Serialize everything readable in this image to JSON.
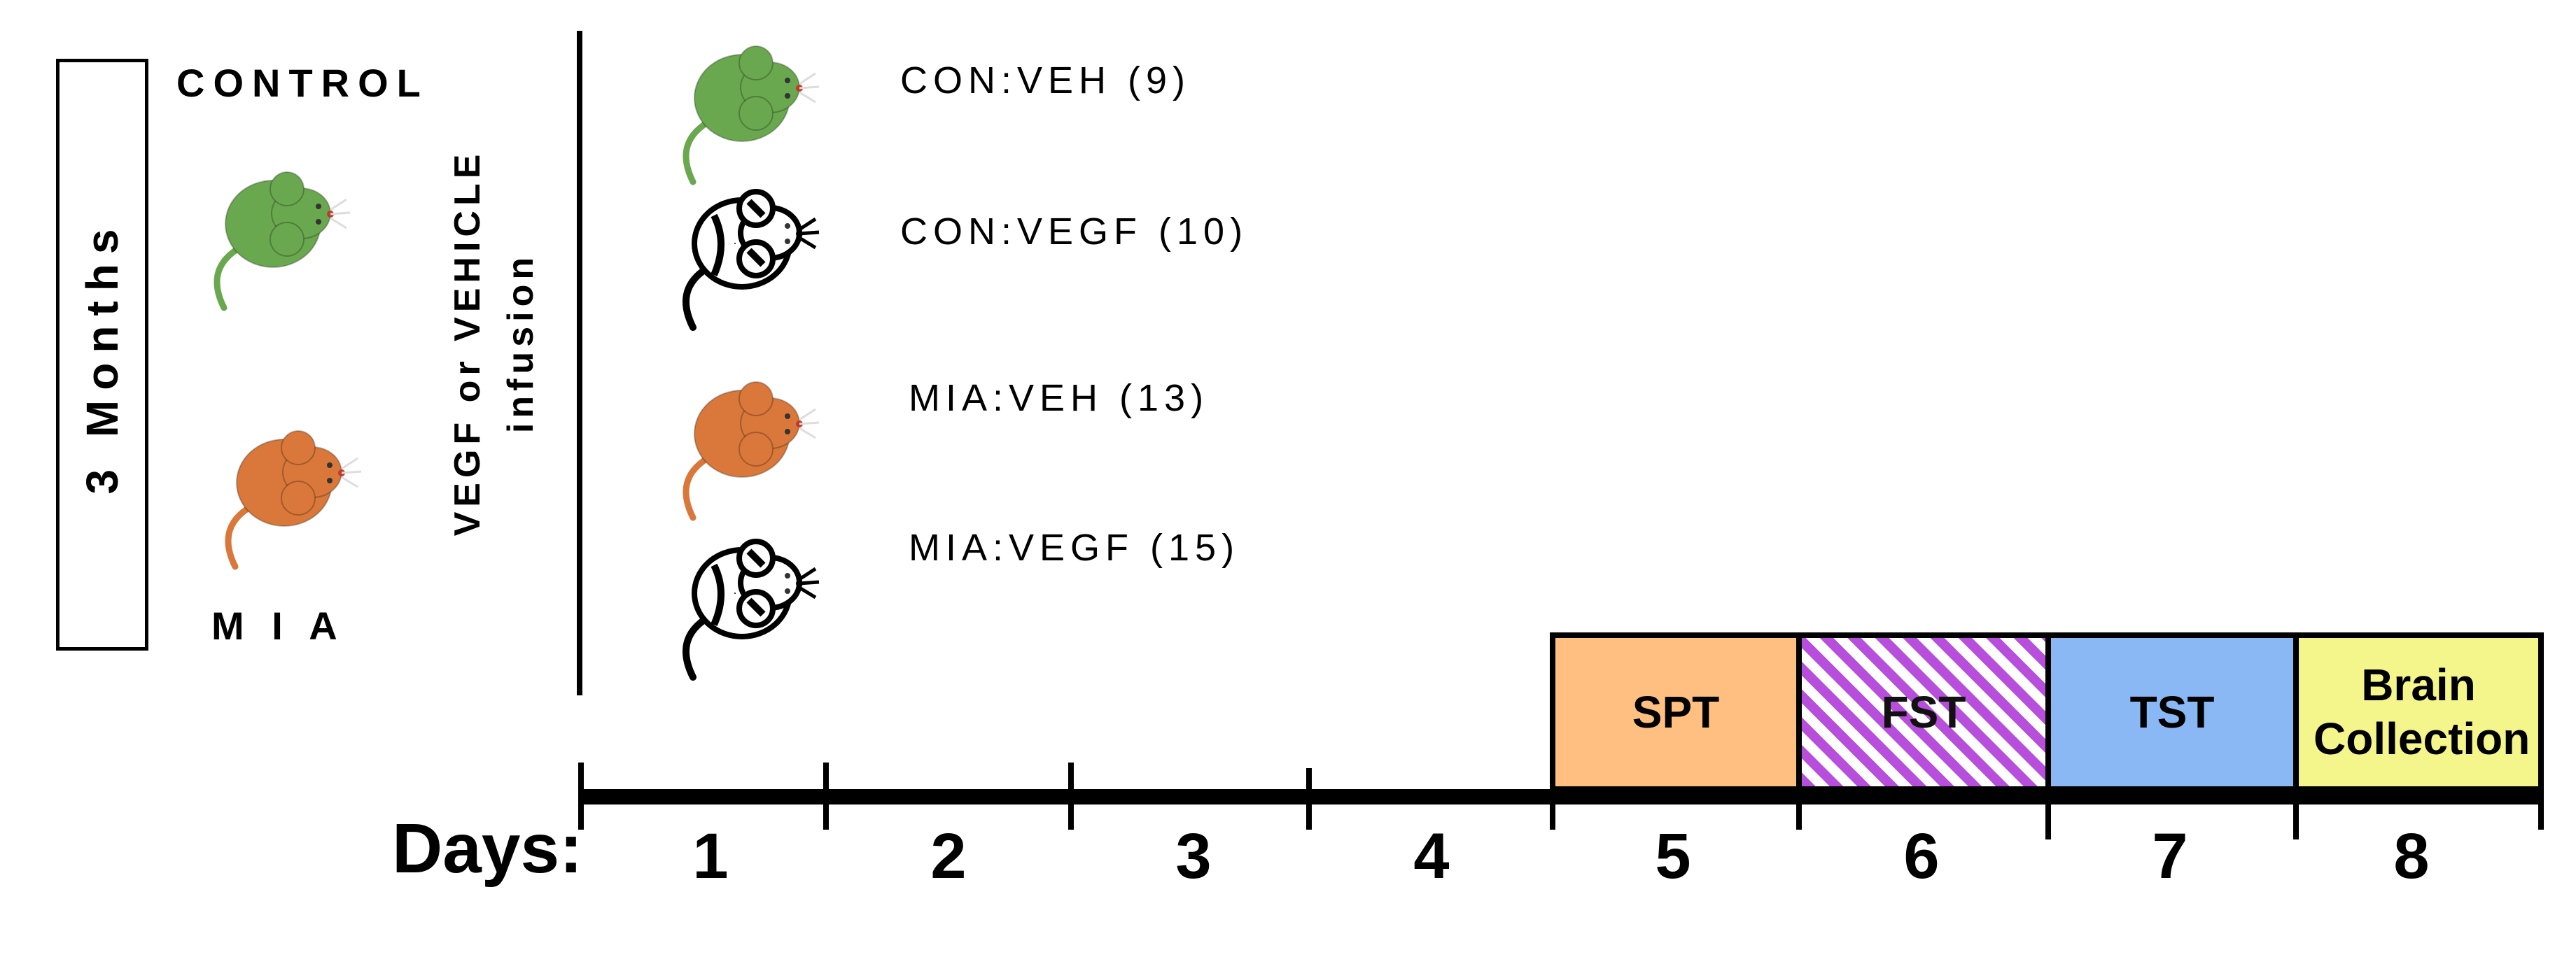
{
  "duration_label": "3 Months",
  "groups": {
    "control": "CONTROL",
    "mia": "M I A"
  },
  "infusion_label": {
    "line1": "VEGF or VEHICLE",
    "line2": "infusion"
  },
  "conditions": [
    "CON:VEH (9)",
    "CON:VEGF (10)",
    "MIA:VEH (13)",
    "MIA:VEGF (15)"
  ],
  "timeline": {
    "prefix": "Days:",
    "days": [
      "1",
      "2",
      "3",
      "4",
      "5",
      "6",
      "7",
      "8"
    ],
    "stages": [
      {
        "day": "5",
        "label": "SPT",
        "color": "#ffbf80"
      },
      {
        "day": "6",
        "label": "FST",
        "color": "#b84fdc",
        "pattern": "diagonal-stripes"
      },
      {
        "day": "7",
        "label": "TST",
        "color": "#8ab8f4"
      },
      {
        "day": "8",
        "label": "Brain Collection",
        "color": "#f4f58a"
      }
    ]
  },
  "colors": {
    "control": "#6aa84f",
    "mia": "#d9783a",
    "vegf_mouse": "#ffffff"
  }
}
